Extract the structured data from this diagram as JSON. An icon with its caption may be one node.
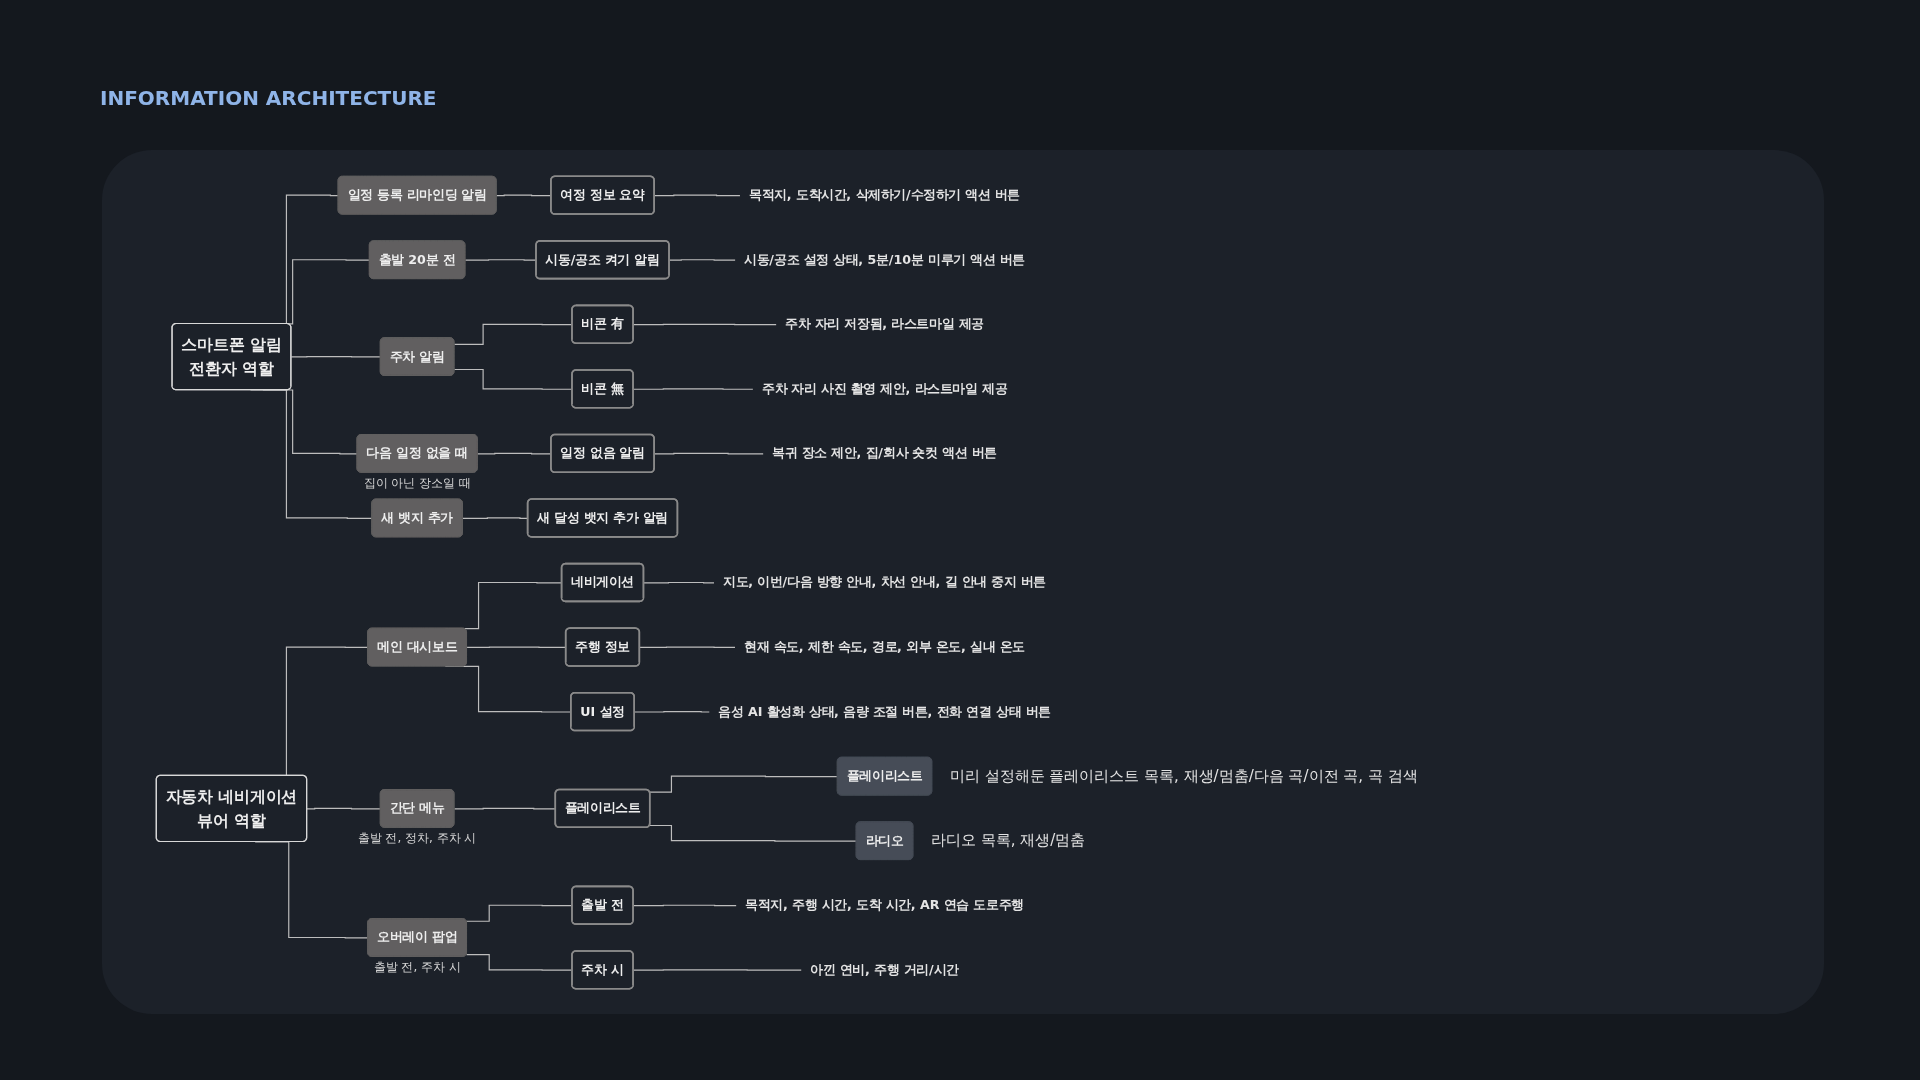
{
  "diagram": {
    "title": "INFORMATION ARCHITECTURE",
    "nodes": [
      {
        "text": [
          "스마트폰 알림",
          "전환자 역할"
        ]
      },
      {
        "text": [
          "일정 등록 리마인딩 알림"
        ]
      },
      {
        "text": [
          "여정 정보 요약"
        ]
      },
      {
        "text": [
          "목적지, 도착시간, 삭제하기/수정하기 액션 버튼"
        ]
      },
      {
        "text": [
          "출발 20분 전"
        ]
      },
      {
        "text": [
          "시동/공조 켜기 알림"
        ]
      },
      {
        "text": [
          "시동/공조 설정 상태, 5분/10분 미루기 액션 버튼"
        ]
      },
      {
        "text": [
          "주차 알림"
        ]
      },
      {
        "text": [
          "비콘 有"
        ]
      },
      {
        "text": [
          "주차 자리 저장됨, 라스트마일 제공"
        ]
      },
      {
        "text": [
          "비콘 無"
        ]
      },
      {
        "text": [
          "주차 자리 사진 촬영 제안, 라스트마일 제공"
        ]
      },
      {
        "text": [
          "다음 일정 없을 때"
        ],
        "beside": [
          "집이 아닌 장소일 때"
        ]
      },
      {
        "text": [
          "일정 없음 알림"
        ]
      },
      {
        "text": [
          "복귀 장소 제안, 집/회사 숏컷 액션 버튼"
        ]
      },
      {
        "text": [
          "새 뱃지 추가"
        ]
      },
      {
        "text": [
          "새 달성 뱃지 추가 알림"
        ]
      },
      {
        "text": [
          "자동차 네비게이션",
          "뷰어 역할"
        ]
      },
      {
        "text": [
          "메인 대시보드"
        ]
      },
      {
        "text": [
          "네비게이션"
        ]
      },
      {
        "text": [
          "지도, 이번/다음 방향 안내, 차선 안내, 길 안내 중지 버튼"
        ]
      },
      {
        "text": [
          "주행 정보"
        ]
      },
      {
        "text": [
          "현재 속도, 제한 속도, 경로, 외부 온도, 실내 온도"
        ]
      },
      {
        "text": [
          "UI 설정"
        ]
      },
      {
        "text": [
          "음성 AI 활성화 상태, 음량 조절 버튼, 전화 연결 상태 버튼"
        ]
      },
      {
        "text": [
          "간단 메뉴"
        ],
        "beside": [
          "출발 전, 정차, 주차 시"
        ]
      },
      {
        "text": [
          "플레이리스트"
        ]
      },
      {
        "text": [
          "플레이리스트"
        ],
        "beside": [
          "미리 설정해둔 플레이리스트 목록, 재생/멈춤/다음 곡/이전 곡, 곡 검색"
        ]
      },
      {
        "text": [
          "라디오"
        ],
        "beside": [
          "라디오 목록, 재생/멈춤"
        ]
      },
      {
        "text": [
          "오버레이 팝업"
        ],
        "beside": [
          "출발 전, 주차 시"
        ]
      },
      {
        "text": [
          "출발 전"
        ]
      },
      {
        "text": [
          "목적지, 주행 시간, 도착 시간, AR 연습 도로주행"
        ]
      },
      {
        "text": [
          "주차 시"
        ]
      },
      {
        "text": [
          "아낀 연비, 주행 거리/시간"
        ]
      }
    ],
    "edges": [
      {
        "from": 0,
        "to": 1,
        "arrow": "none"
      },
      {
        "from": 0,
        "to": 4,
        "arrow": "none"
      },
      {
        "from": 0,
        "to": 7,
        "arrow": "none"
      },
      {
        "from": 0,
        "to": 12,
        "arrow": "none"
      },
      {
        "from": 0,
        "to": 15,
        "arrow": "none"
      },
      {
        "from": 1,
        "to": 2,
        "arrow": "none"
      },
      {
        "from": 2,
        "to": 3,
        "arrow": "none"
      },
      {
        "from": 4,
        "to": 5,
        "arrow": "none"
      },
      {
        "from": 5,
        "to": 6,
        "arrow": "none"
      },
      {
        "from": 7,
        "to": 8,
        "arrow": "none"
      },
      {
        "from": 7,
        "to": 10,
        "arrow": "none"
      },
      {
        "from": 8,
        "to": 9,
        "arrow": "none"
      },
      {
        "from": 10,
        "to": 11,
        "arrow": "none"
      },
      {
        "from": 12,
        "to": 13,
        "arrow": "none"
      },
      {
        "from": 13,
        "to": 14,
        "arrow": "none"
      },
      {
        "from": 15,
        "to": 16,
        "arrow": "none"
      },
      {
        "from": 17,
        "to": 18,
        "arrow": "none"
      },
      {
        "from": 17,
        "to": 25,
        "arrow": "none"
      },
      {
        "from": 17,
        "to": 29,
        "arrow": "none"
      },
      {
        "from": 18,
        "to": 19,
        "arrow": "none"
      },
      {
        "from": 18,
        "to": 21,
        "arrow": "none"
      },
      {
        "from": 18,
        "to": 23,
        "arrow": "none"
      },
      {
        "from": 19,
        "to": 20,
        "arrow": "none"
      },
      {
        "from": 21,
        "to": 22,
        "arrow": "none"
      },
      {
        "from": 23,
        "to": 24,
        "arrow": "none"
      },
      {
        "from": 25,
        "to": 26,
        "arrow": "none"
      },
      {
        "from": 26,
        "to": 27,
        "arrow": "none"
      },
      {
        "from": 26,
        "to": 28,
        "arrow": "none"
      },
      {
        "from": 29,
        "to": 30,
        "arrow": "none"
      },
      {
        "from": 29,
        "to": 32,
        "arrow": "none"
      },
      {
        "from": 30,
        "to": 31,
        "arrow": "none"
      },
      {
        "from": 32,
        "to": 33,
        "arrow": "none"
      }
    ]
  }
}
